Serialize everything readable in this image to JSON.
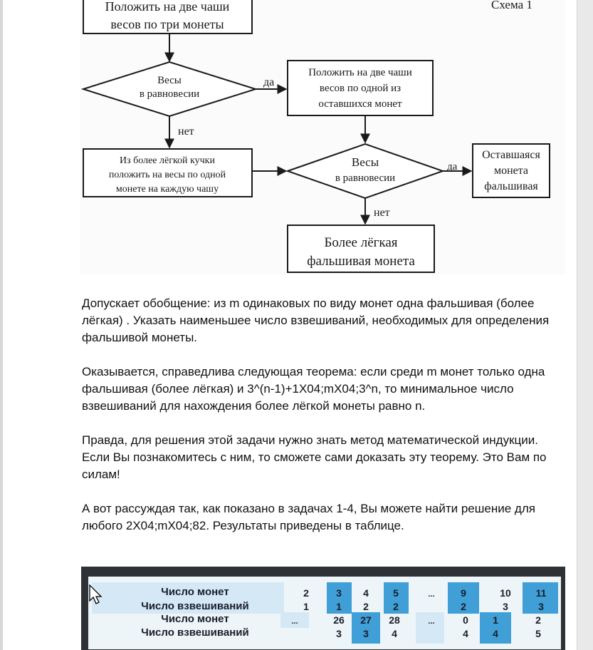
{
  "scheme": {
    "caption": "Схема 1",
    "box_start": [
      "Положить на две чаши",
      "весов по три монеты"
    ],
    "diamond1": [
      "Весы",
      "в равновесии"
    ],
    "yes1": "да",
    "no1": "нет",
    "box_one_each": [
      "Положить на две чаши",
      "весов по одной из",
      "оставшихся монет"
    ],
    "box_lighter": [
      "Из более лёгкой кучки",
      "положить на весы по одной",
      "монете на каждую чашу"
    ],
    "diamond2": [
      "Весы",
      "в равновесии"
    ],
    "yes2": "да",
    "no2": "нет",
    "box_remaining": [
      "Оставшаяся",
      "монета",
      "фальшивая"
    ],
    "box_result": [
      "Более лёгкая",
      "фальшивая монета"
    ]
  },
  "paragraphs": [
    "Допускает обобщение: из m одинаковых по виду монет одна фальшивая (более лёгкая) . Указать наименьшее число взвешиваний, необходимых для определения фальшивой монеты.",
    "Оказывается, справедлива следующая теорема: если среди m монет только одна фальшивая (более лёгкая) и 3^(n-1)+1X04;mX04;3^n, то минимальное число взвешиваний для нахождения более лёгкой монеты равно n.",
    "Правда, для решения этой задачи нужно знать метод математической индукции. Если Вы познакомитесь с ним, то сможете сами доказать эту теорему. Это Вам по силам!",
    "А вот рассуждая так, как показано в задачах 1-4, Вы можете найти решение для любого 2X04;mX04;82. Результаты приведены в таблице."
  ],
  "table": {
    "row_label_coins": "Число монет",
    "row_label_weighings": "Число взвешиваний",
    "ellipsis": "...",
    "top_coins": [
      "2",
      "3",
      "4",
      "5",
      "...",
      "9",
      "10",
      "11"
    ],
    "top_weighings": [
      "1",
      "1",
      "2",
      "2",
      "",
      "2",
      "3",
      "3"
    ],
    "bottom_coins": [
      "...",
      "26",
      "27",
      "28",
      "...",
      "0",
      "1",
      "2"
    ],
    "bottom_weighings": [
      "",
      "3",
      "3",
      "4",
      "",
      "4",
      "4",
      "5"
    ],
    "highlight_color": "#3f9fd6",
    "light_color": "#d4e9f5"
  }
}
